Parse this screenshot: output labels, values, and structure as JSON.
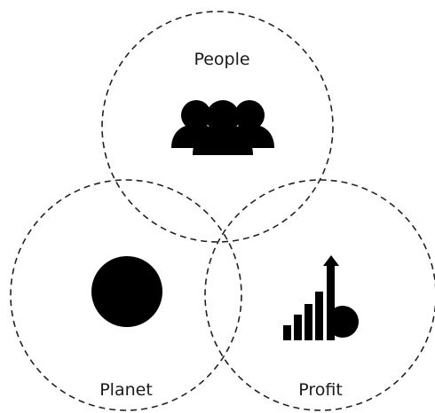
{
  "diagram": {
    "type": "venn",
    "sets": [
      {
        "label": "People",
        "icon": "people-group-icon"
      },
      {
        "label": "Planet",
        "icon": "planet-icon"
      },
      {
        "label": "Profit",
        "icon": "rising-bar-chart-coin-icon"
      }
    ]
  },
  "colors": {
    "outline": "#222222",
    "icon": "#000000",
    "text": "#1a1a1a",
    "background": "#ffffff"
  }
}
